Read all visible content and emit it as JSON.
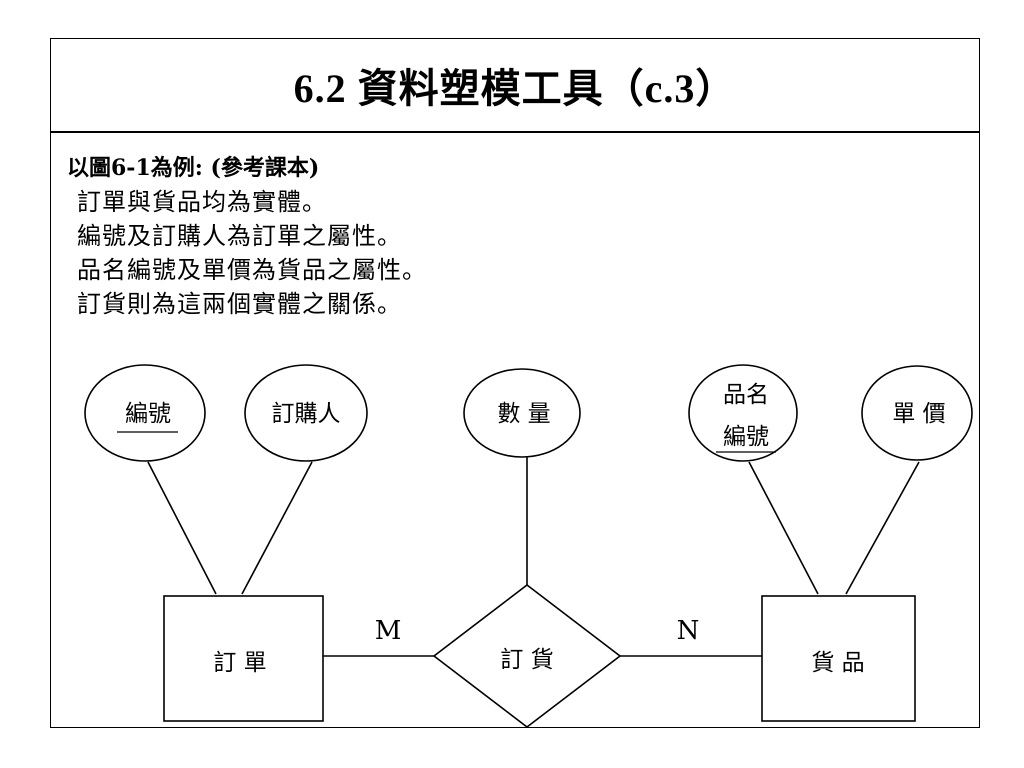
{
  "slide": {
    "title": "6.2 資料塑模工具（c.3）"
  },
  "intro": {
    "heading": "以圖6-1為例: (參考課本)",
    "lines": [
      "訂單與貨品均為實體。",
      "編號及訂購人為訂單之屬性。",
      "品名編號及單價為貨品之屬性。",
      "訂貨則為這兩個實體之關係。"
    ]
  },
  "diagram": {
    "attributes": {
      "order_id": "編號",
      "orderer": "訂購人",
      "quantity": "數 量",
      "product_name_line1": "品名",
      "product_name_line2": "編號",
      "unit_price": "單 價"
    },
    "entities": {
      "order": "訂 單",
      "product": "貨 品"
    },
    "relationship": {
      "order_goods": "訂  貨"
    },
    "cardinality": {
      "left": "M",
      "right": "N"
    }
  }
}
